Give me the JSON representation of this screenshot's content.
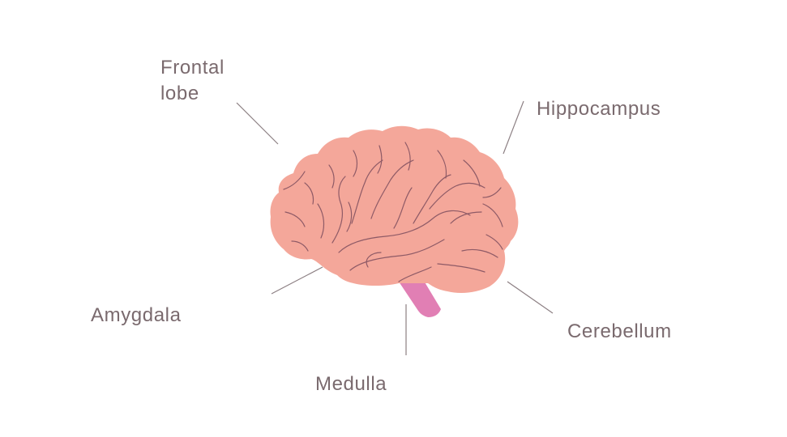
{
  "labels": {
    "frontal_lobe": [
      "Frontal",
      "lobe"
    ],
    "hippocampus": "Hippocampus",
    "amygdala": "Amygdala",
    "medulla": "Medulla",
    "cerebellum": "Cerebellum"
  },
  "colors": {
    "brain": "#f4a79a",
    "brainstem": "#e17fb4",
    "sulci": "#8e5a66",
    "leader_line": "#8c7f83",
    "label_text": "#7a6a6e"
  }
}
